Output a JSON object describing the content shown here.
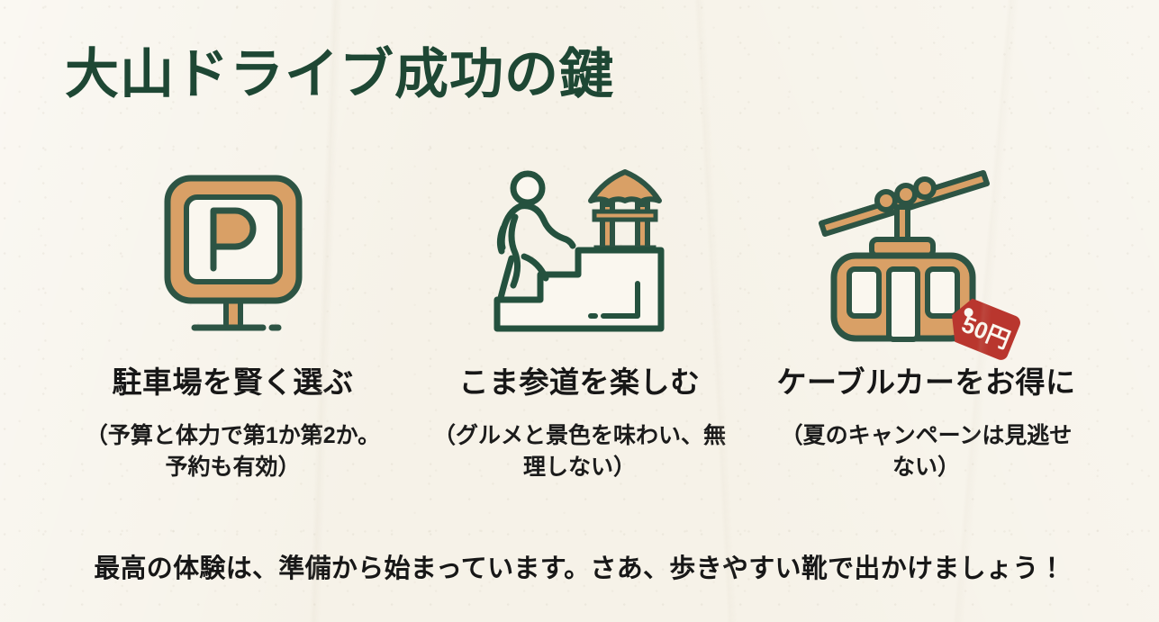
{
  "page": {
    "title": "大山ドライブ成功の鍵",
    "background_color": "#f6f2e8",
    "title_color": "#1e4734",
    "accent_tan": "#d9a066",
    "accent_green": "#2d5444",
    "accent_red": "#b9362e"
  },
  "columns": [
    {
      "icon": "parking-sign-icon",
      "title": "駐車場を賢く選ぶ",
      "subtitle": "（予算と体力で第1か第2か。予約も有効）"
    },
    {
      "icon": "person-climbing-stairs-shrine-icon",
      "title": "こま参道を楽しむ",
      "subtitle": "（グルメと景色を味わい、無理しない）"
    },
    {
      "icon": "cable-car-price-tag-icon",
      "title": "ケーブルカーをお得に",
      "subtitle": "（夏のキャンペーンは見逃せない）",
      "price_tag": "50円"
    }
  ],
  "footer": {
    "note": "最高の体験は、準備から始まっています。さあ、歩きやすい靴で出かけましょう！"
  }
}
